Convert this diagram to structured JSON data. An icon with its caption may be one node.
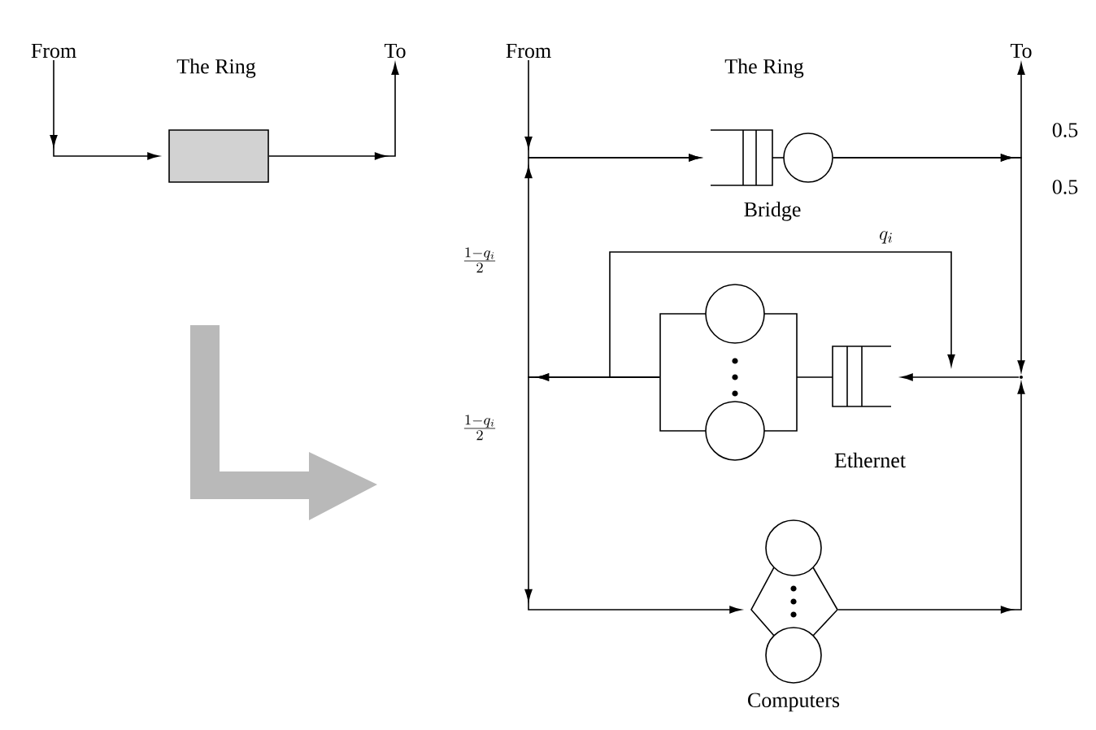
{
  "diagram": {
    "nodes": [
      {
        "text": [
          "From"
        ]
      },
      {
        "text": [
          "To"
        ]
      },
      {
        "text": [
          "The Ring"
        ]
      },
      {
        "text": [
          "From"
        ]
      },
      {
        "text": [
          "To"
        ]
      },
      {
        "text": [
          "Bridge"
        ]
      },
      {
        "text": [
          "Ethernet"
        ]
      },
      {
        "text": [
          "Computers"
        ]
      },
      {
        "text": [],
        "shape": "point"
      }
    ],
    "edges": [
      {
        "from": 0,
        "to": 2,
        "arrow": "to"
      },
      {
        "from": 2,
        "to": 1,
        "arrow": "to"
      },
      {
        "from": 3,
        "to": 5,
        "arrow": "to"
      },
      {
        "from": 5,
        "to": 4,
        "arrow": "to",
        "label": "0.5"
      },
      {
        "from": 5,
        "to": 8,
        "arrow": "to",
        "label": "0.5"
      },
      {
        "from": 6,
        "to": null,
        "arrow": "to",
        "label": "q_i"
      },
      {
        "from": 6,
        "to": 5,
        "arrow": "to",
        "label": "\\frac{1-q_i}{2}"
      },
      {
        "from": 6,
        "to": 7,
        "arrow": "to",
        "label": "\\frac{1-q_i}{2}"
      },
      {
        "from": 7,
        "to": 8,
        "arrow": "to"
      },
      {
        "from": 8,
        "to": 6,
        "arrow": "to"
      }
    ],
    "labels": [
      "The Ring"
    ]
  }
}
